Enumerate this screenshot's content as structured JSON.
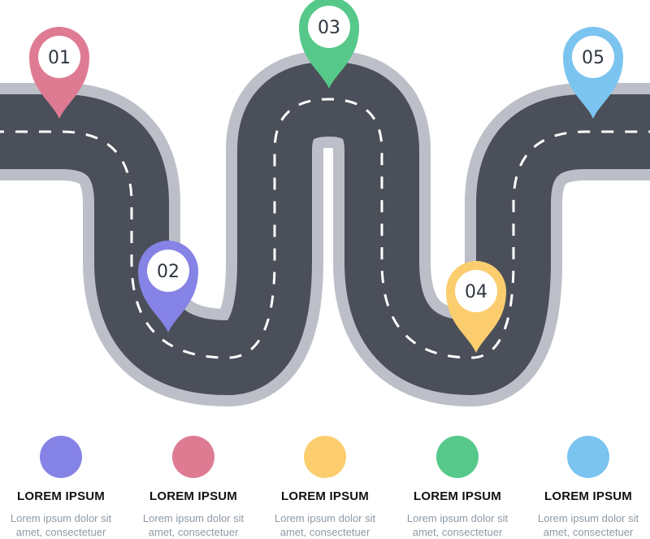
{
  "road": {
    "asphalt_color": "#4b4f59",
    "shoulder_color": "#bdbfc8",
    "dash_color": "#ffffff"
  },
  "pins": [
    {
      "label": "01",
      "color": "#de7b93"
    },
    {
      "label": "02",
      "color": "#8683e6"
    },
    {
      "label": "03",
      "color": "#56c98a"
    },
    {
      "label": "04",
      "color": "#fbcd6e"
    },
    {
      "label": "05",
      "color": "#7bc4f0"
    }
  ],
  "legend": [
    {
      "title": "LOREM IPSUM",
      "text": "Lorem ipsum dolor sit amet, consectetuer",
      "color": "#8683e6"
    },
    {
      "title": "LOREM IPSUM",
      "text": "Lorem ipsum dolor sit amet, consectetuer",
      "color": "#de7b93"
    },
    {
      "title": "LOREM IPSUM",
      "text": "Lorem ipsum dolor sit amet, consectetuer",
      "color": "#fbcd6e"
    },
    {
      "title": "LOREM IPSUM",
      "text": "Lorem ipsum dolor sit amet, consectetuer",
      "color": "#56c98a"
    },
    {
      "title": "LOREM IPSUM",
      "text": "Lorem ipsum dolor sit amet, consectetuer",
      "color": "#7bc4f0"
    }
  ]
}
